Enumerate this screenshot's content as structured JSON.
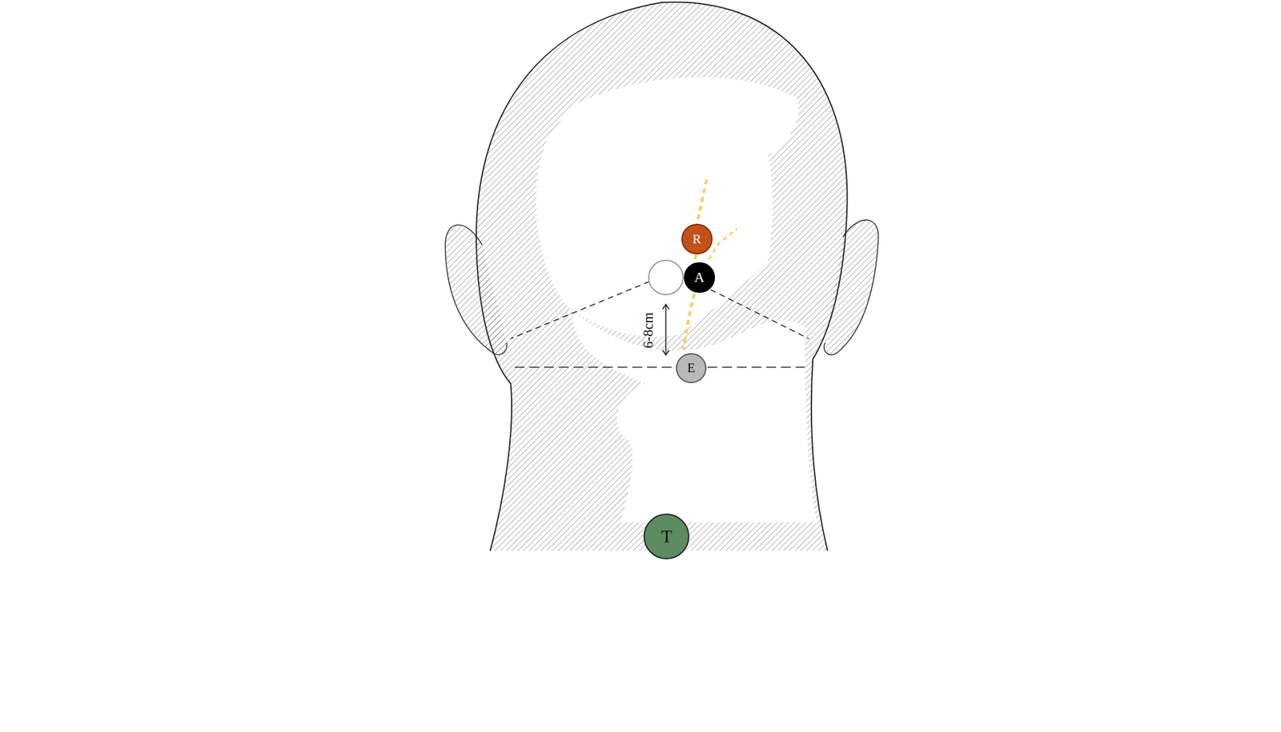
{
  "diagram": {
    "nodes": [
      {
        "text": [
          "R"
        ]
      },
      {
        "text": [
          "A"
        ]
      },
      {
        "text": [
          "E"
        ]
      },
      {
        "text": [
          "T"
        ]
      }
    ],
    "labels": [
      "6-8cm"
    ]
  }
}
